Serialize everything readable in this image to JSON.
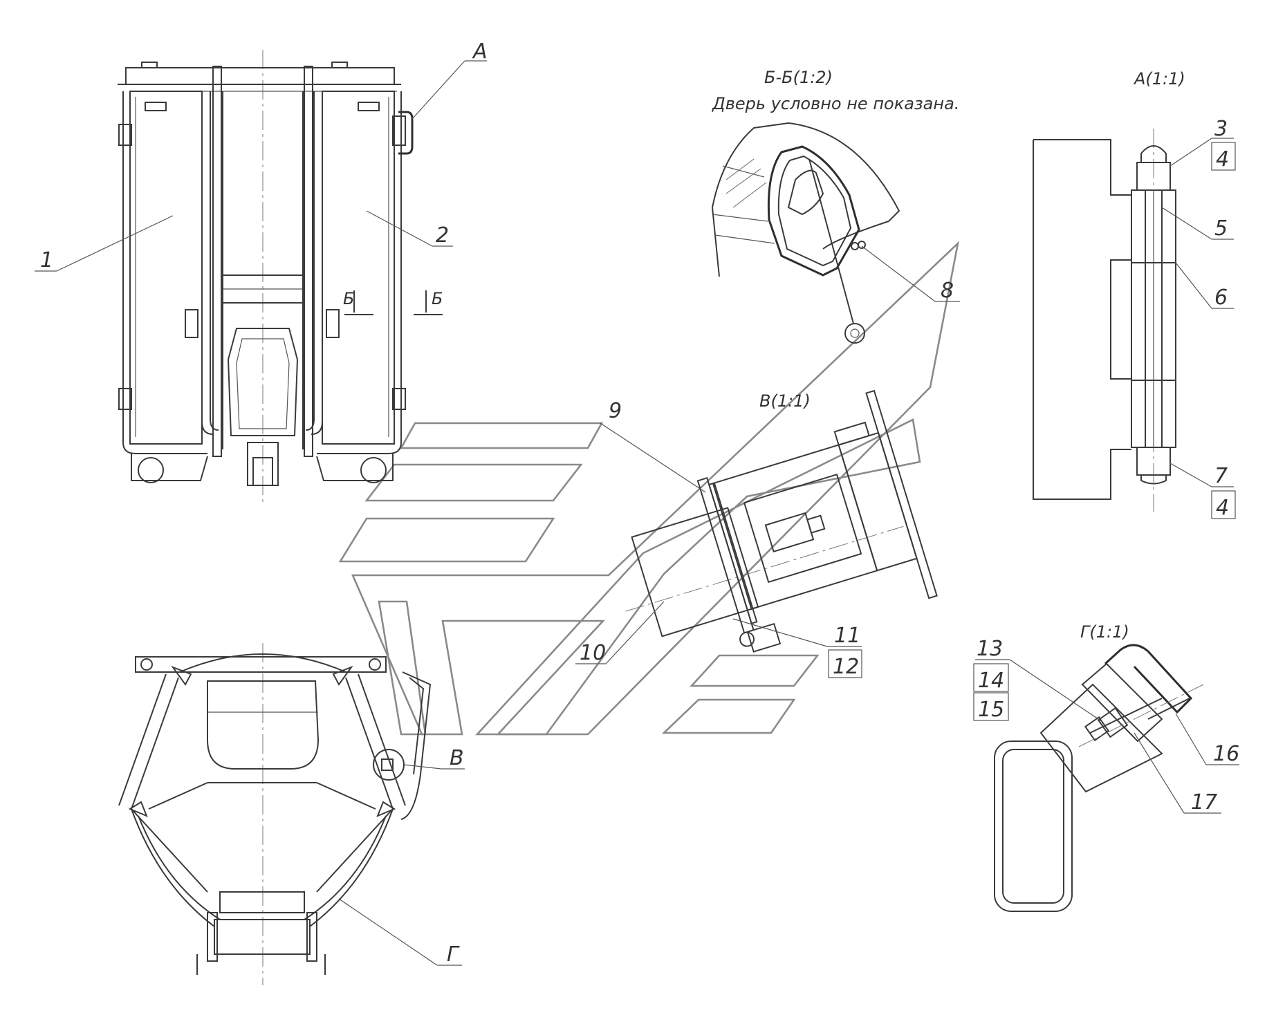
{
  "views": {
    "main": {
      "view_label": "А"
    },
    "section_bb": {
      "title": "Б-Б(1:2)",
      "note": "Дверь условно не показана.",
      "cut_mark": "Б"
    },
    "detail_a": {
      "title": "А(1:1)"
    },
    "detail_v": {
      "title": "В(1:1)"
    },
    "detail_g": {
      "title": "Г(1:1)"
    },
    "bottom_view": {
      "callout_v": "В",
      "callout_g": "Г"
    }
  },
  "positions": {
    "p1": "1",
    "p2": "2",
    "p3": "3",
    "p4a": "4",
    "p5": "5",
    "p6": "6",
    "p7": "7",
    "p4b": "4",
    "p8": "8",
    "p9": "9",
    "p10": "10",
    "p11": "11",
    "p12": "12",
    "p13": "13",
    "p14": "14",
    "p15": "15",
    "p16": "16",
    "p17": "17"
  },
  "colors": {
    "line": "#3a3a3a",
    "watermark": "#8a8a8a",
    "background": "#ffffff"
  }
}
